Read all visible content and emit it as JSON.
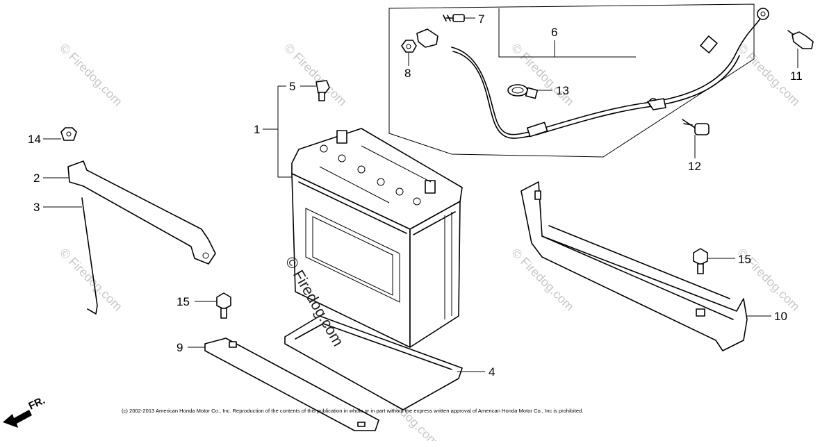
{
  "callouts": {
    "c1": "1",
    "c2": "2",
    "c3": "3",
    "c4": "4",
    "c5": "5",
    "c6": "6",
    "c7": "7",
    "c8": "8",
    "c9": "9",
    "c10": "10",
    "c11": "11",
    "c12": "12",
    "c13": "13",
    "c14": "14",
    "c15a": "15",
    "c15b": "15"
  },
  "watermarks": [
    "© Firedog.com",
    "© Firedog.com",
    "© Firedog.com",
    "© Firedog.com",
    "© Firedog.com",
    "© Firedog.com",
    "© Firedog.com",
    "© Firedog.com"
  ],
  "center_watermark": "© Firedog.com",
  "direction_label": "FR.",
  "copyright": "(c) 2002-2013 American Honda Motor Co., Inc. Reproduction of the contents of this publication in whole or in part without the express written approval of American Honda Motor Co., Inc is prohibited."
}
